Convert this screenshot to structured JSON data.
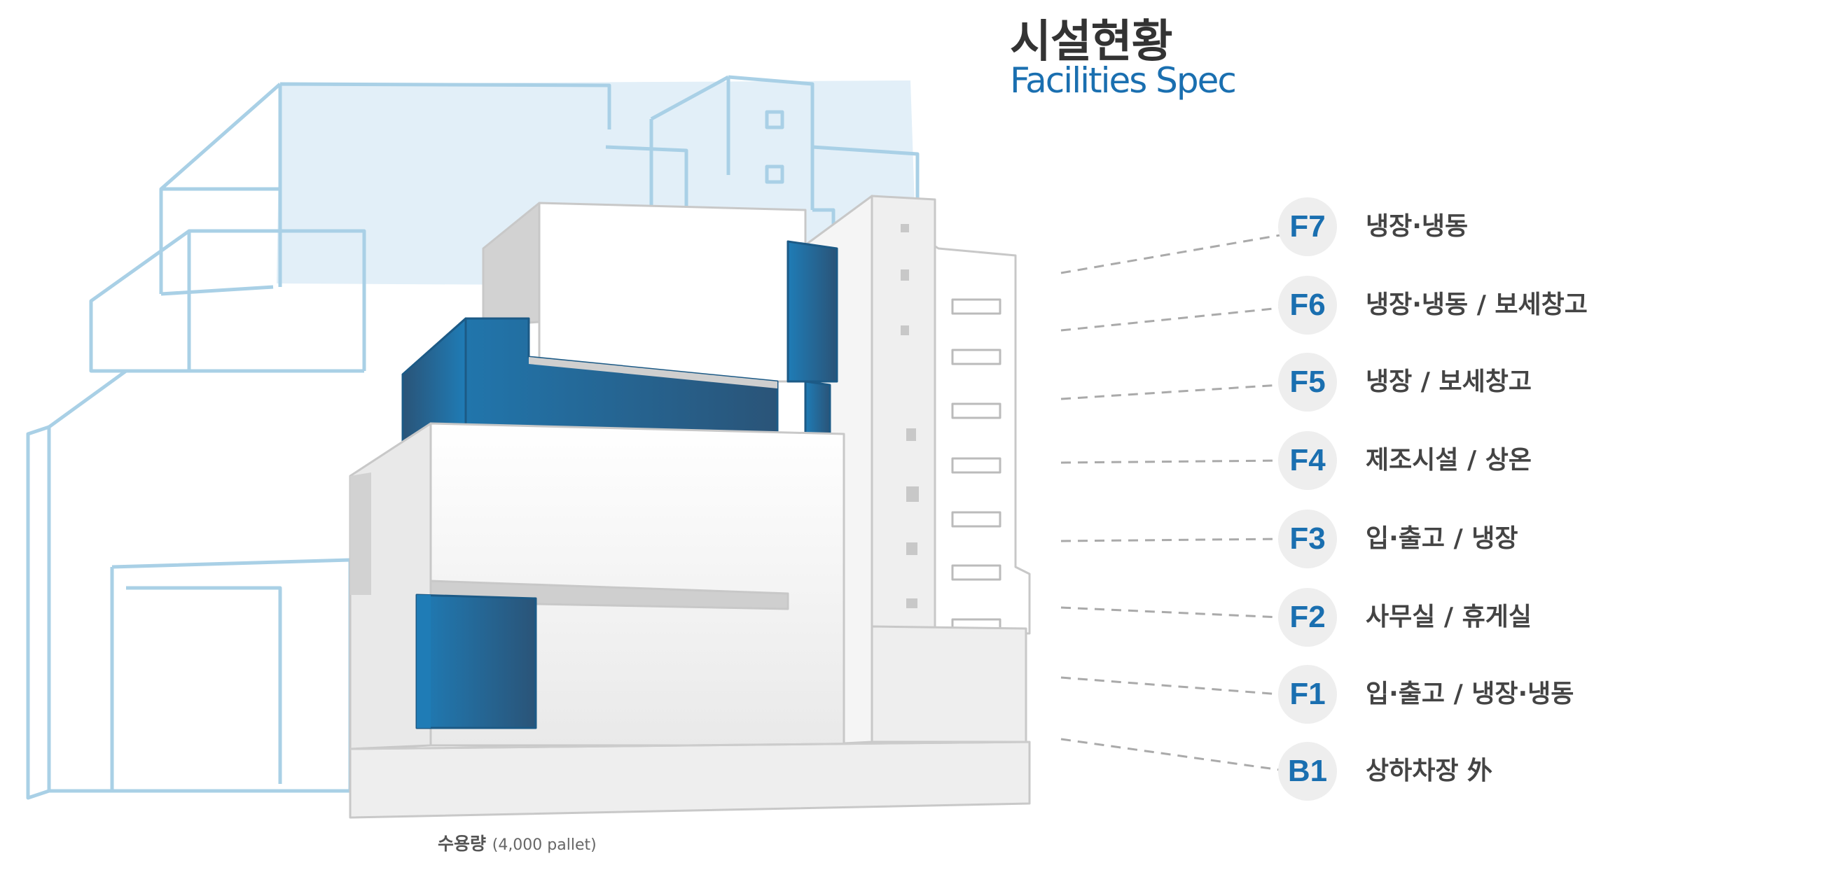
{
  "header": {
    "title_ko": "시설현황",
    "title_en": "Facilities Spec"
  },
  "caption": {
    "label": "수용량",
    "capacity": "(4,000 pallet)"
  },
  "colors": {
    "accent_blue": "#1a6fb0",
    "window_dark": "#2a5478",
    "sketch_line": "#a9d0e6",
    "badge_bg": "#eeeeee"
  },
  "floors": [
    {
      "id": "F7",
      "label": "냉장·냉동"
    },
    {
      "id": "F6",
      "label": "냉장·냉동 / 보세창고"
    },
    {
      "id": "F5",
      "label": "냉장 / 보세창고"
    },
    {
      "id": "F4",
      "label": "제조시설 / 상온"
    },
    {
      "id": "F3",
      "label": "입·출고 / 냉장"
    },
    {
      "id": "F2",
      "label": "사무실 / 휴게실"
    },
    {
      "id": "F1",
      "label": "입·출고 / 냉장·냉동"
    },
    {
      "id": "B1",
      "label": "상하차장 外"
    }
  ]
}
